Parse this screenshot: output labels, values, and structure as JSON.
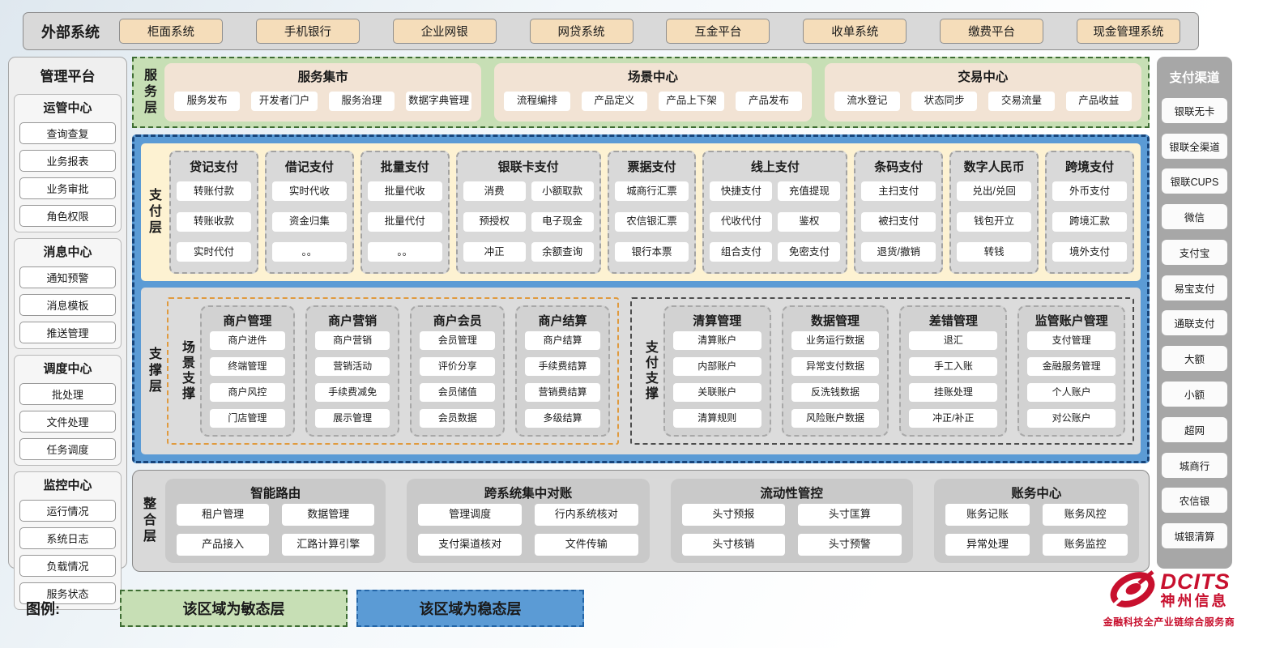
{
  "colors": {
    "agile_green": "#c7dfb5",
    "stable_blue": "#5b9bd5",
    "brand_red": "#c8102e"
  },
  "external_systems": {
    "label": "外部系统",
    "items": [
      "柜面系统",
      "手机银行",
      "企业网银",
      "网贷系统",
      "互金平台",
      "收单系统",
      "缴费平台",
      "现金管理系统"
    ]
  },
  "management_platform": {
    "title": "管理平台",
    "groups": [
      {
        "title": "运管中心",
        "items": [
          "查询查复",
          "业务报表",
          "业务审批",
          "角色权限"
        ]
      },
      {
        "title": "消息中心",
        "items": [
          "通知预警",
          "消息模板",
          "推送管理"
        ]
      },
      {
        "title": "调度中心",
        "items": [
          "批处理",
          "文件处理",
          "任务调度"
        ]
      },
      {
        "title": "监控中心",
        "items": [
          "运行情况",
          "系统日志",
          "负载情况",
          "服务状态"
        ]
      }
    ]
  },
  "service_layer": {
    "label": "服务层",
    "groups": [
      {
        "title": "服务集市",
        "items": [
          "服务发布",
          "开发者门户",
          "服务治理",
          "数据字典管理"
        ]
      },
      {
        "title": "场景中心",
        "items": [
          "流程编排",
          "产品定义",
          "产品上下架",
          "产品发布"
        ]
      },
      {
        "title": "交易中心",
        "items": [
          "流水登记",
          "状态同步",
          "交易流量",
          "产品收益"
        ]
      }
    ]
  },
  "payment_layer": {
    "label": "支付层",
    "groups": [
      {
        "title": "贷记支付",
        "cols": 1,
        "items": [
          "转账付款",
          "转账收款",
          "实时代付"
        ]
      },
      {
        "title": "借记支付",
        "cols": 1,
        "items": [
          "实时代收",
          "资金归集",
          "。。"
        ]
      },
      {
        "title": "批量支付",
        "cols": 1,
        "items": [
          "批量代收",
          "批量代付",
          "。。"
        ]
      },
      {
        "title": "银联卡支付",
        "cols": 2,
        "items": [
          "消费",
          "小额取款",
          "预授权",
          "电子现金",
          "冲正",
          "余额查询"
        ]
      },
      {
        "title": "票据支付",
        "cols": 1,
        "items": [
          "城商行汇票",
          "农信银汇票",
          "银行本票"
        ]
      },
      {
        "title": "线上支付",
        "cols": 2,
        "items": [
          "快捷支付",
          "充值提现",
          "代收代付",
          "鉴权",
          "组合支付",
          "免密支付"
        ]
      },
      {
        "title": "条码支付",
        "cols": 1,
        "items": [
          "主扫支付",
          "被扫支付",
          "退货/撤销"
        ]
      },
      {
        "title": "数字人民币",
        "cols": 1,
        "items": [
          "兑出/兑回",
          "钱包开立",
          "转钱"
        ]
      },
      {
        "title": "跨境支付",
        "cols": 1,
        "items": [
          "外币支付",
          "跨境汇款",
          "境外支付"
        ]
      }
    ]
  },
  "support_layer": {
    "label": "支撑层",
    "sections": [
      {
        "label": "场景支撑",
        "groups": [
          {
            "title": "商户管理",
            "items": [
              "商户进件",
              "终端管理",
              "商户风控",
              "门店管理"
            ]
          },
          {
            "title": "商户营销",
            "items": [
              "商户营销",
              "营销活动",
              "手续费减免",
              "展示管理"
            ]
          },
          {
            "title": "商户会员",
            "items": [
              "会员管理",
              "评价分享",
              "会员储值",
              "会员数据"
            ]
          },
          {
            "title": "商户结算",
            "items": [
              "商户结算",
              "手续费结算",
              "营销费结算",
              "多级结算"
            ]
          }
        ]
      },
      {
        "label": "支付支撑",
        "groups": [
          {
            "title": "清算管理",
            "items": [
              "清算账户",
              "内部账户",
              "关联账户",
              "清算规则"
            ]
          },
          {
            "title": "数据管理",
            "items": [
              "业务运行数据",
              "异常支付数据",
              "反洗钱数据",
              "风险账户数据"
            ]
          },
          {
            "title": "差错管理",
            "items": [
              "退汇",
              "手工入账",
              "挂账处理",
              "冲正/补正"
            ]
          },
          {
            "title": "监管账户管理",
            "items": [
              "支付管理",
              "金融服务管理",
              "个人账户",
              "对公账户"
            ]
          }
        ]
      }
    ]
  },
  "integration_layer": {
    "label": "整合层",
    "groups": [
      {
        "title": "智能路由",
        "items": [
          "租户管理",
          "数据管理",
          "产品接入",
          "汇路计算引擎"
        ]
      },
      {
        "title": "跨系统集中对账",
        "items": [
          "管理调度",
          "行内系统核对",
          "支付渠道核对",
          "文件传输"
        ]
      },
      {
        "title": "流动性管控",
        "items": [
          "头寸预报",
          "头寸匡算",
          "头寸核销",
          "头寸预警"
        ]
      },
      {
        "title": "账务中心",
        "items": [
          "账务记账",
          "账务风控",
          "异常处理",
          "账务监控"
        ]
      }
    ]
  },
  "payment_channels": {
    "title": "支付渠道",
    "items": [
      "银联无卡",
      "银联全渠道",
      "银联CUPS",
      "微信",
      "支付宝",
      "易宝支付",
      "通联支付",
      "大额",
      "小额",
      "超网",
      "城商行",
      "农信银",
      "城银清算"
    ]
  },
  "legend": {
    "label": "图例:",
    "items": [
      {
        "text": "该区域为敏态层",
        "color": "#c7dfb5"
      },
      {
        "text": "该区域为稳态层",
        "color": "#5b9bd5"
      }
    ]
  },
  "logo": {
    "brand": "DCITS",
    "name": "神州信息",
    "tagline": "金融科技全产业链综合服务商"
  }
}
